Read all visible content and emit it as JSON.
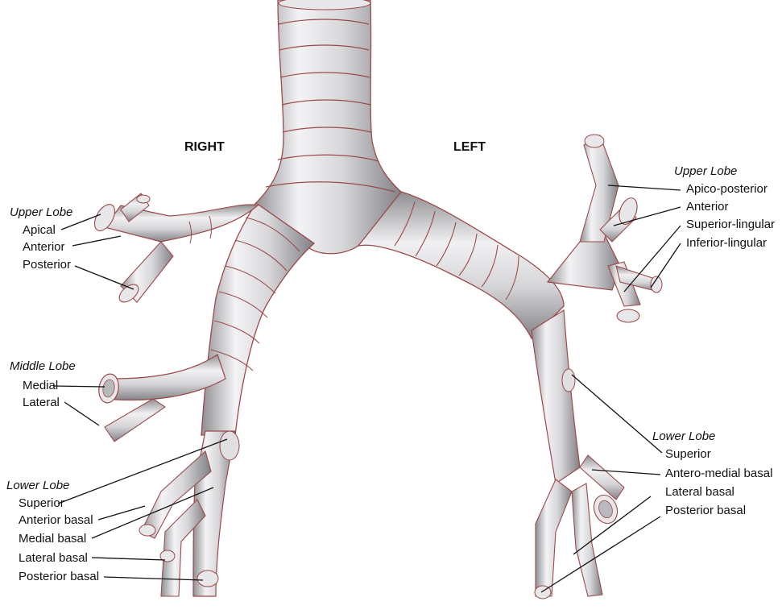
{
  "sides": {
    "right": "RIGHT",
    "left": "LEFT"
  },
  "right_lung": {
    "upper_lobe": {
      "header": "Upper Lobe",
      "apical": "Apical",
      "anterior": "Anterior",
      "posterior": "Posterior"
    },
    "middle_lobe": {
      "header": "Middle Lobe",
      "medial": "Medial",
      "lateral": "Lateral"
    },
    "lower_lobe": {
      "header": "Lower Lobe",
      "superior": "Superior",
      "anterior_basal": "Anterior basal",
      "medial_basal": "Medial basal",
      "lateral_basal": "Lateral basal",
      "posterior_basal": "Posterior basal"
    }
  },
  "left_lung": {
    "upper_lobe": {
      "header": "Upper Lobe",
      "apico_posterior": "Apico-posterior",
      "anterior": "Anterior",
      "superior_lingular": "Superior-lingular",
      "inferior_lingular": "Inferior-lingular"
    },
    "lower_lobe": {
      "header": "Lower Lobe",
      "superior": "Superior",
      "antero_medial_basal": "Antero-medial basal",
      "lateral_basal": "Lateral basal",
      "posterior_basal": "Posterior basal"
    }
  },
  "colors": {
    "tissue": "#dcdcde",
    "ring_outline": "#9b4a4a",
    "shadow": "#8f8f93",
    "text": "#111111"
  }
}
